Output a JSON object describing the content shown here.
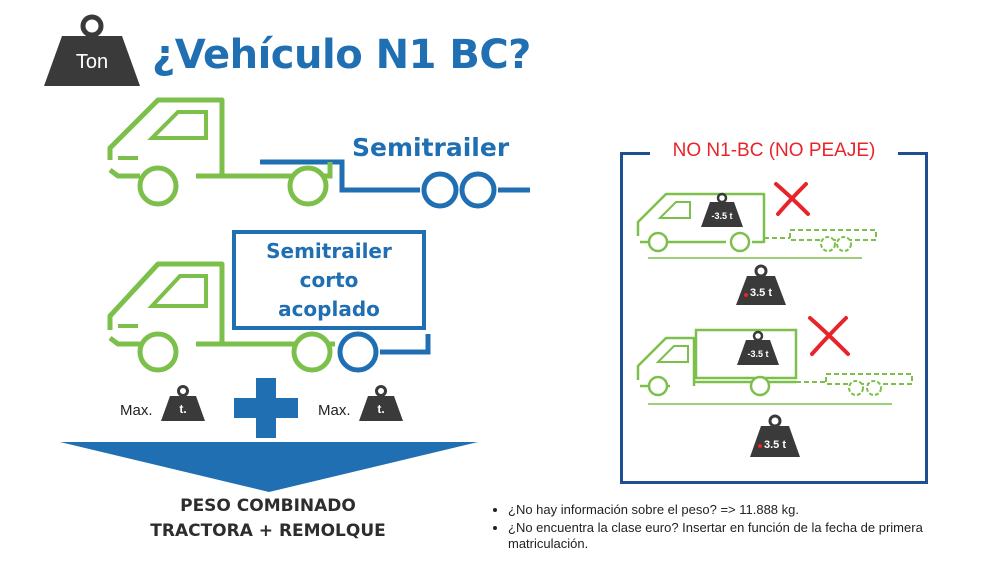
{
  "header": {
    "weight_icon_label": "Ton",
    "title": "¿Vehículo N1 BC?"
  },
  "left": {
    "semitrailer_label": "Semitrailer",
    "short_trailer_lines": [
      "Semitrailer",
      "corto",
      "acoplado"
    ],
    "max_left_label": "Max.",
    "max_left_weight": "t.",
    "max_right_label": "Max.",
    "max_right_weight": "t.",
    "combined_lines": [
      "PESO COMBINADO",
      "TRACTORA + REMOLQUE"
    ]
  },
  "right": {
    "box_title": "NO N1-BC (NO PEAJE)",
    "example1": {
      "vehicle_weight": "-3.5 t",
      "total_weight": "3.5 t"
    },
    "example2": {
      "vehicle_weight": "-3.5 t",
      "total_weight": "3.5 t"
    }
  },
  "notes": [
    "¿No hay información sobre el peso? => 11.888 kg.",
    "¿No encuentra la clase euro? Insertar en función de la fecha de primera matriculación."
  ],
  "colors": {
    "truck_green": "#7cc04b",
    "trailer_blue": "#1f6fb2",
    "weight_dark": "#3a3a3a",
    "cross_red": "#e8242a",
    "box_border": "#1d4f91"
  }
}
